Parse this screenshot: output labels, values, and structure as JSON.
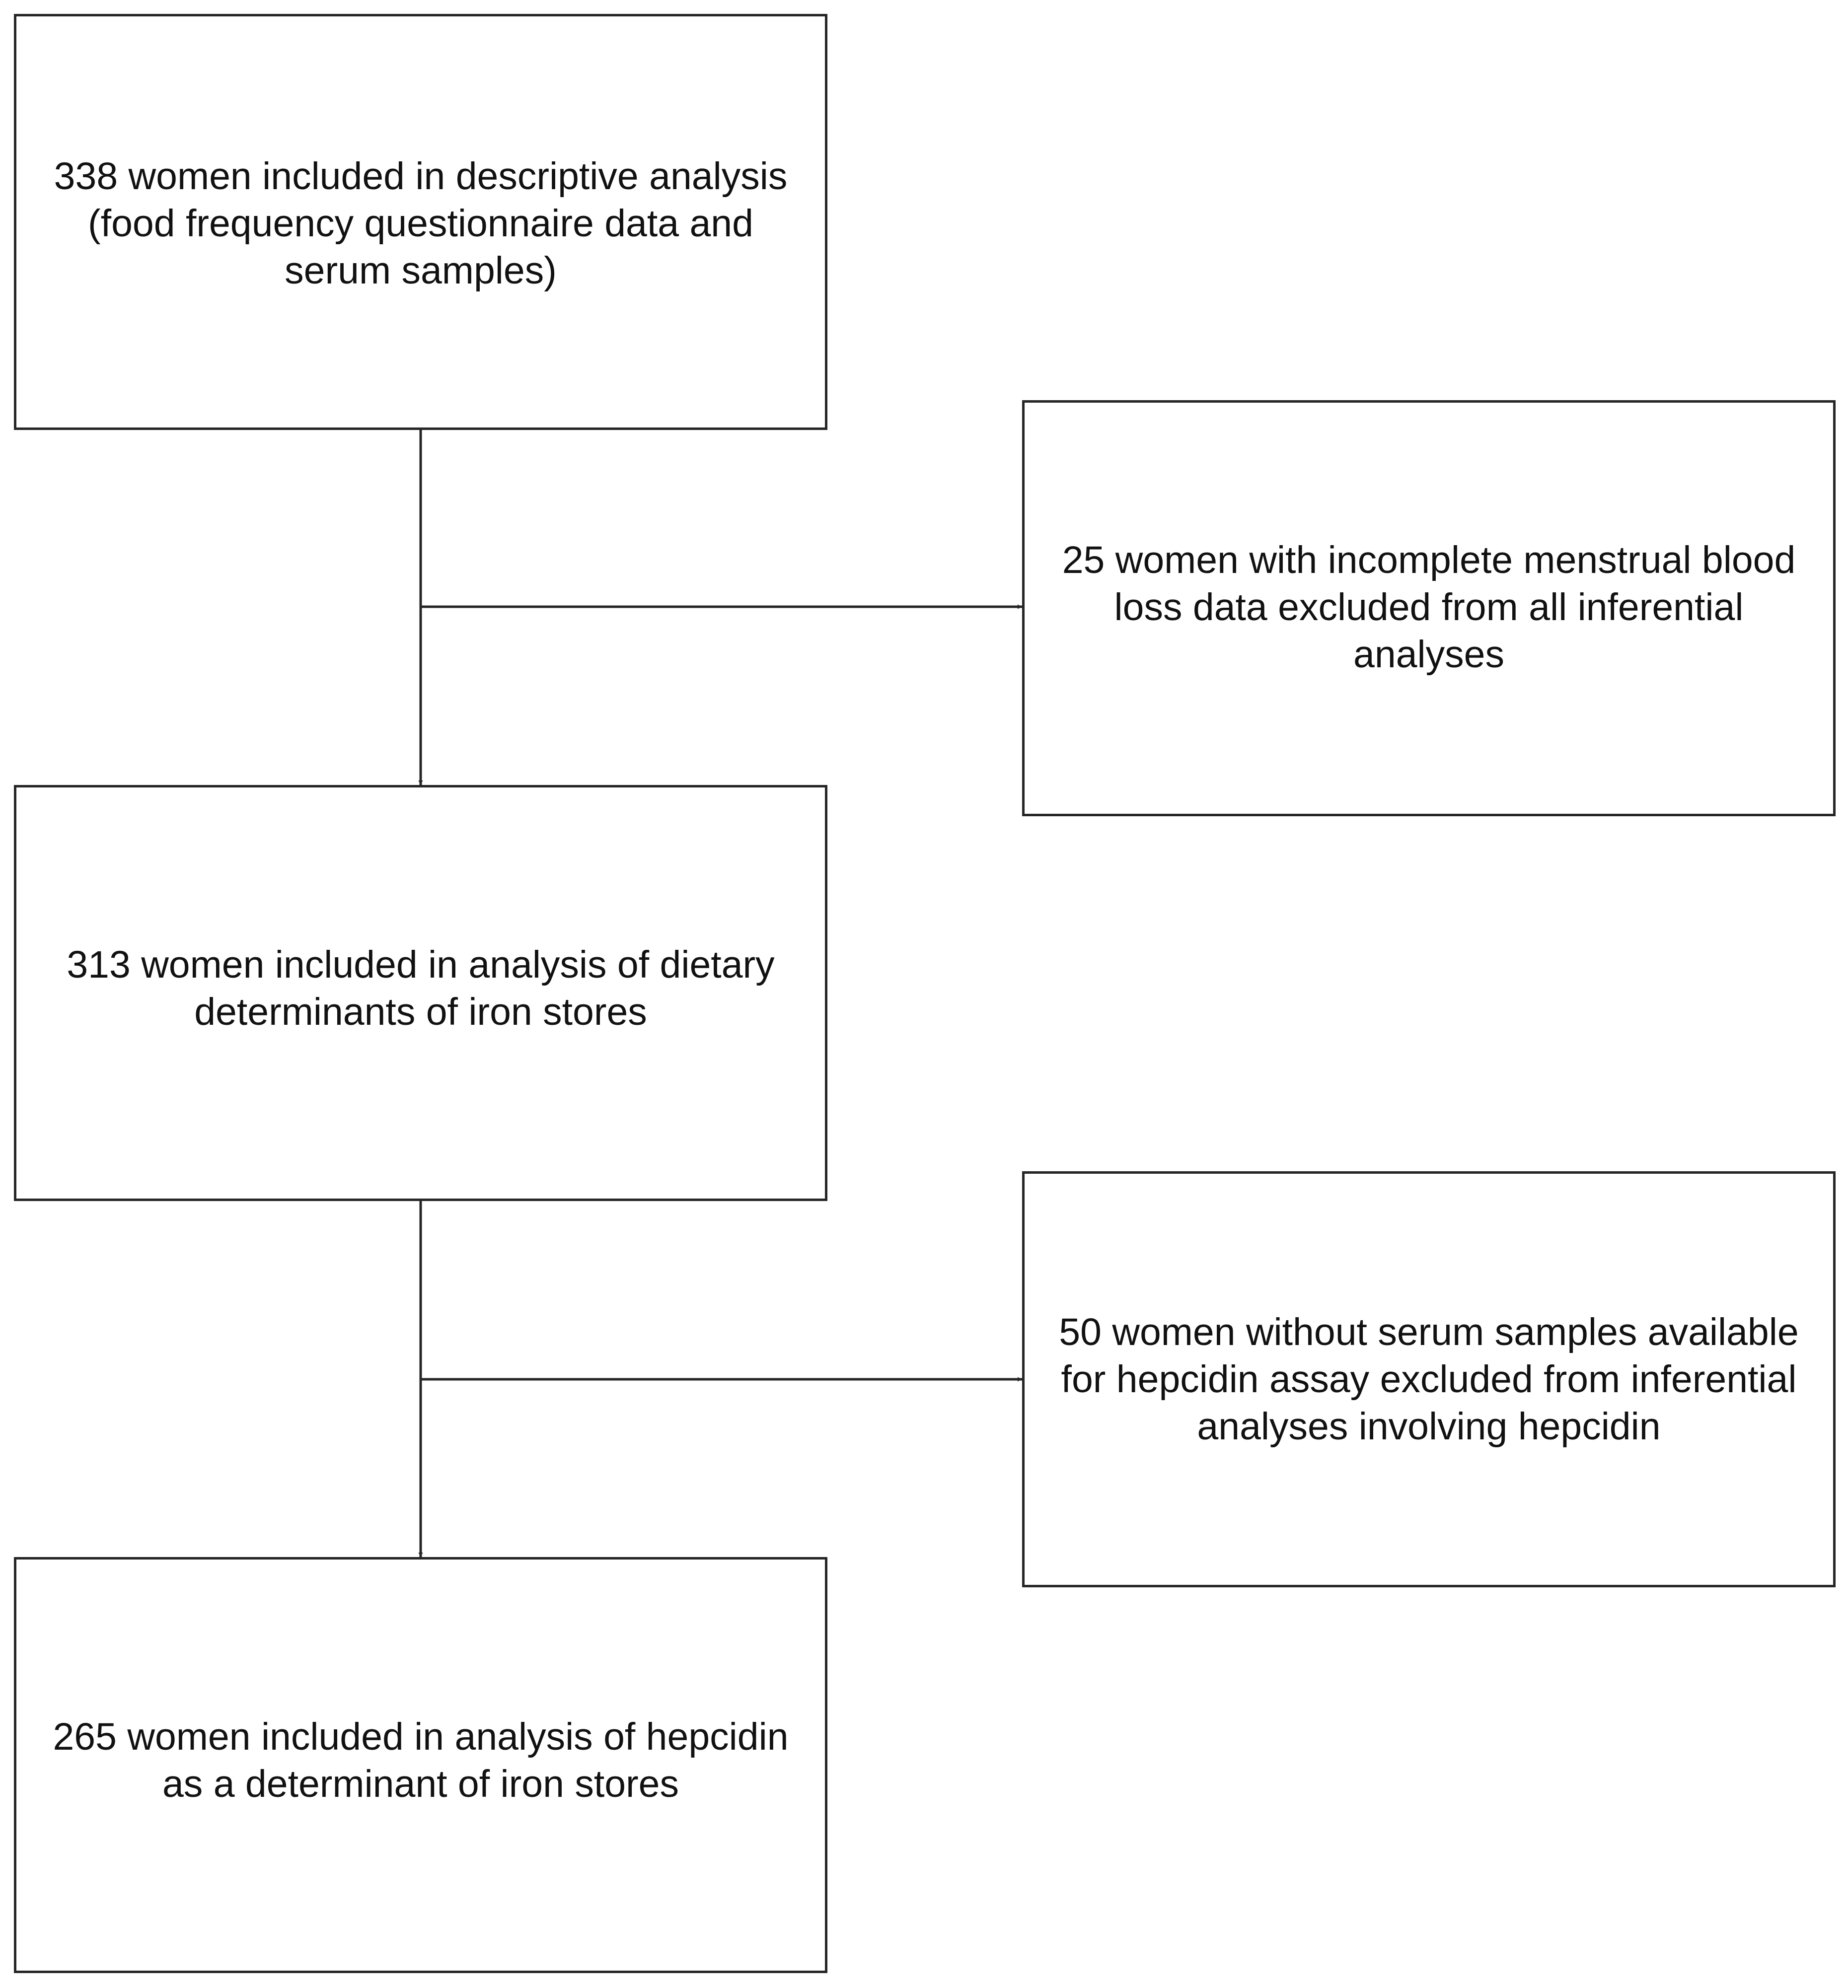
{
  "boxes": {
    "descriptive": {
      "text": "338 women included in descriptive analysis\n(food frequency questionnaire data and\nserum samples)"
    },
    "dietary": {
      "text": "313 women included in analysis of dietary\ndeterminants of iron stores"
    },
    "hepcidin": {
      "text": "265 women included in analysis of hepcidin\nas a determinant of iron stores"
    },
    "excluded_mbl": {
      "text": "25 women with incomplete menstrual blood\nloss data excluded from all inferential\nanalyses"
    },
    "excluded_serum": {
      "text": "50 women without serum samples available\nfor hepcidin assay excluded from inferential\nanalyses involving hepcidin"
    }
  },
  "colors": {
    "line": "#262626",
    "text": "#111111",
    "background": "#ffffff"
  }
}
